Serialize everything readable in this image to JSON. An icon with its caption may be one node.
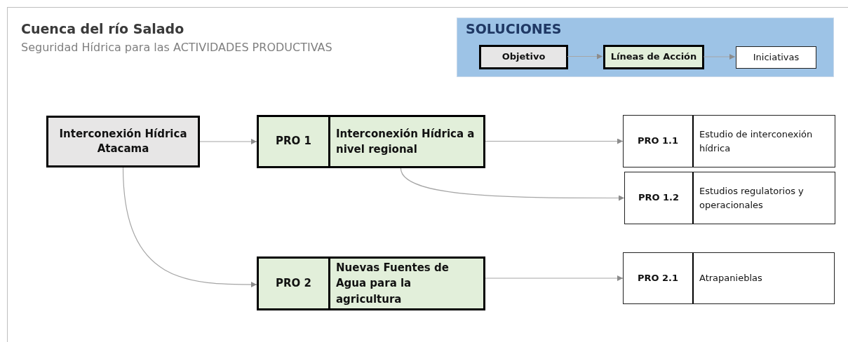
{
  "diagram": {
    "title": "Cuenca del río Salado",
    "nodes": [
      {
        "text": [
          "SOLUCIONES"
        ]
      },
      {
        "text": [
          "Objetivo"
        ],
        "in": 0
      },
      {
        "text": [
          "Líneas de Acción"
        ],
        "in": 0
      },
      {
        "text": [
          "Iniciativas"
        ],
        "in": 0
      },
      {
        "text": [
          "Interconexión Hídrica Atacama"
        ]
      },
      {
        "text": [
          "PRO 1",
          "Interconexión Hídrica a nivel regional"
        ]
      },
      {
        "text": [
          "PRO 1.1",
          "Estudio de interconexión hídrica"
        ]
      },
      {
        "text": [
          "PRO 1.2",
          "Estudios regulatorios y operacionales"
        ]
      },
      {
        "text": [
          "PRO 2",
          "Nuevas Fuentes de Agua para la agricultura"
        ]
      },
      {
        "text": [
          "PRO 2.1",
          "Atrapanieblas"
        ]
      }
    ],
    "edges": [
      {
        "from": 1,
        "to": 2,
        "arrow": "to"
      },
      {
        "from": 2,
        "to": 3,
        "arrow": "to"
      },
      {
        "from": 4,
        "to": 5,
        "arrow": "to"
      },
      {
        "from": 5,
        "to": 6,
        "arrow": "to"
      },
      {
        "from": 5,
        "to": 7,
        "arrow": "to"
      },
      {
        "from": 4,
        "to": 8,
        "arrow": "to"
      },
      {
        "from": 8,
        "to": 9,
        "arrow": "to"
      }
    ],
    "labels": [
      "Seguridad Hídrica para las ACTIVIDADES PRODUCTIVAS"
    ]
  }
}
